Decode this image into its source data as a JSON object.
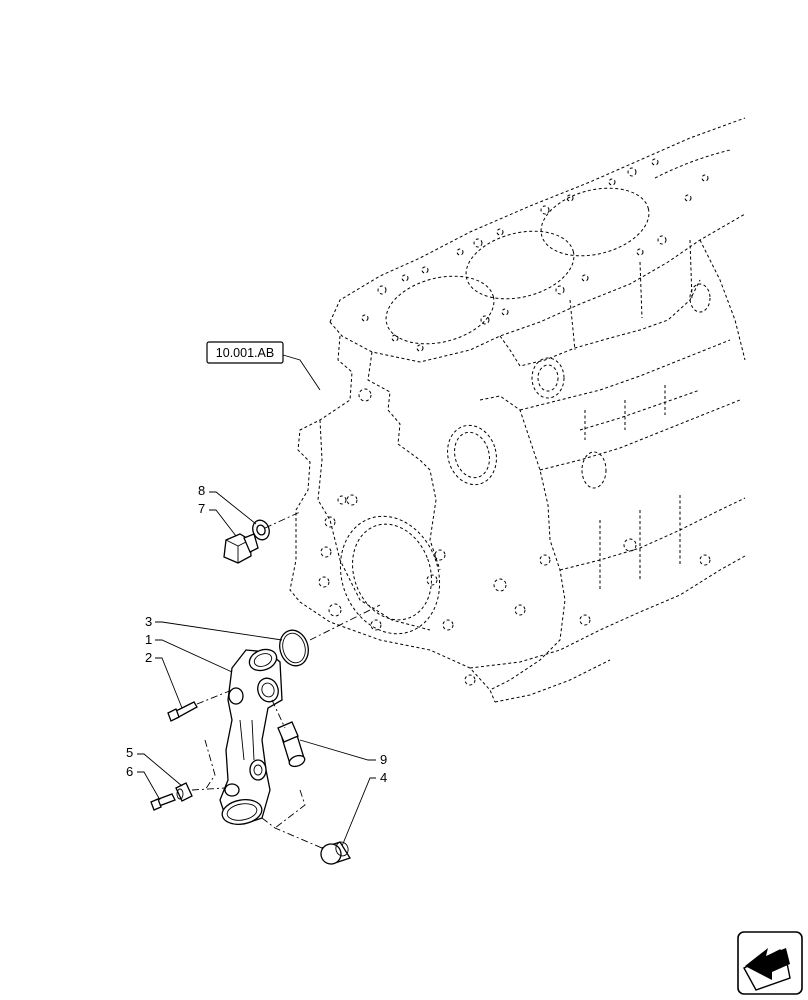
{
  "reference": {
    "label": "10.001.AB"
  },
  "callouts": [
    {
      "id": "c1",
      "number": "1"
    },
    {
      "id": "c2",
      "number": "2"
    },
    {
      "id": "c3",
      "number": "3"
    },
    {
      "id": "c4",
      "number": "4"
    },
    {
      "id": "c5",
      "number": "5"
    },
    {
      "id": "c6",
      "number": "6"
    },
    {
      "id": "c7",
      "number": "7"
    },
    {
      "id": "c8",
      "number": "8"
    },
    {
      "id": "c9",
      "number": "9"
    }
  ],
  "nav": {
    "icon": "arrow-left-icon"
  }
}
